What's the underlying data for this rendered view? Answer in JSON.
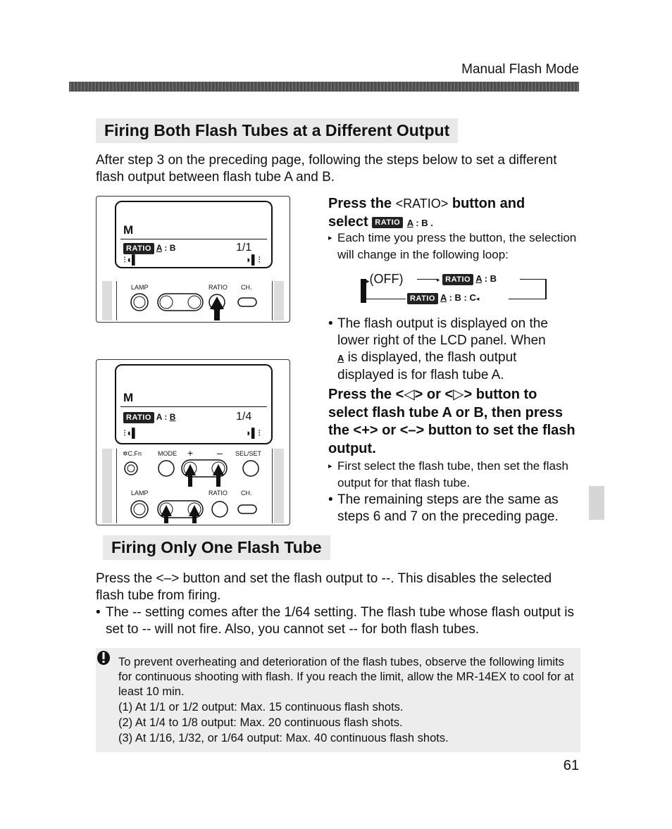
{
  "header": {
    "title": "Manual Flash Mode"
  },
  "section1": {
    "title": "Firing Both Flash Tubes at a Different Output",
    "intro": "After step 3 on the preceding page, following the steps below to set a different flash output between flash tube A and B."
  },
  "fig1": {
    "mode": "M",
    "ratio_tag": "RATIO",
    "ratio_a": "A",
    "ratio_sep": ":",
    "ratio_b": "B",
    "output": "1/1",
    "label_lamp": "LAMP",
    "label_ratio": "RATIO",
    "label_ch": "CH."
  },
  "fig2": {
    "mode": "M",
    "ratio_tag": "RATIO",
    "ratio_a": "A",
    "ratio_sep": ":",
    "ratio_b": "B",
    "output": "1/4",
    "label_cfn": "C.Fn",
    "label_mode": "MODE",
    "label_plus": "+",
    "label_minus": "–",
    "label_selset": "SEL/SET",
    "label_lamp": "LAMP",
    "label_ratio": "RATIO",
    "label_ch": "CH."
  },
  "step1": {
    "heading_pre": "Press the ",
    "heading_btn": "<RATIO>",
    "heading_post": " button and",
    "heading_line2": "select",
    "ratio_tag": "RATIO",
    "ratio_a": "A",
    "ratio_rest": " : B .",
    "bullet1": "Each time you press the button, the selection will change in the following loop:",
    "loop_off": "(OFF)",
    "loop_ratio_tag": "RATIO",
    "loop_ab_a": "A",
    "loop_ab_rest": " : B",
    "loop_abc_a": "A",
    "loop_abc_rest": " : B : C",
    "bullet2_pre": "The flash output is displayed on the lower right of the LCD panel. When",
    "bullet2_a": "A",
    "bullet2_post": " is displayed, the flash output displayed is for flash tube A."
  },
  "step2": {
    "heading": "Press the <◁> or <▷> button to select flash tube A or B, then press the <+> or <–> button to set the flash output.",
    "bullet1": "First select the flash tube, then set the flash output for that flash tube.",
    "bullet2": "The remaining steps are the same as steps 6 and 7 on the preceding page."
  },
  "section2": {
    "title": "Firing Only One Flash Tube",
    "para": "Press the <–> button and set the flash output to --. This disables the selected flash tube from firing.",
    "bullet": "The -- setting comes after the 1/64 setting. The flash tube whose flash output is set to -- will not fire. Also, you cannot set -- for both flash tubes."
  },
  "note": {
    "line1": "To prevent overheating and deterioration of the flash tubes, observe the following limits for continuous shooting with flash. If you reach the limit, allow the MR-14EX to cool for at least 10 min.",
    "item1": "(1) At 1/1 or 1/2 output: Max. 15 continuous flash shots.",
    "item2": "(2) At 1/4 to 1/8 output: Max. 20 continuous flash shots.",
    "item3": "(3) At 1/16, 1/32, or 1/64 output: Max. 40 continuous flash shots."
  },
  "footer": {
    "page_number": "61"
  }
}
